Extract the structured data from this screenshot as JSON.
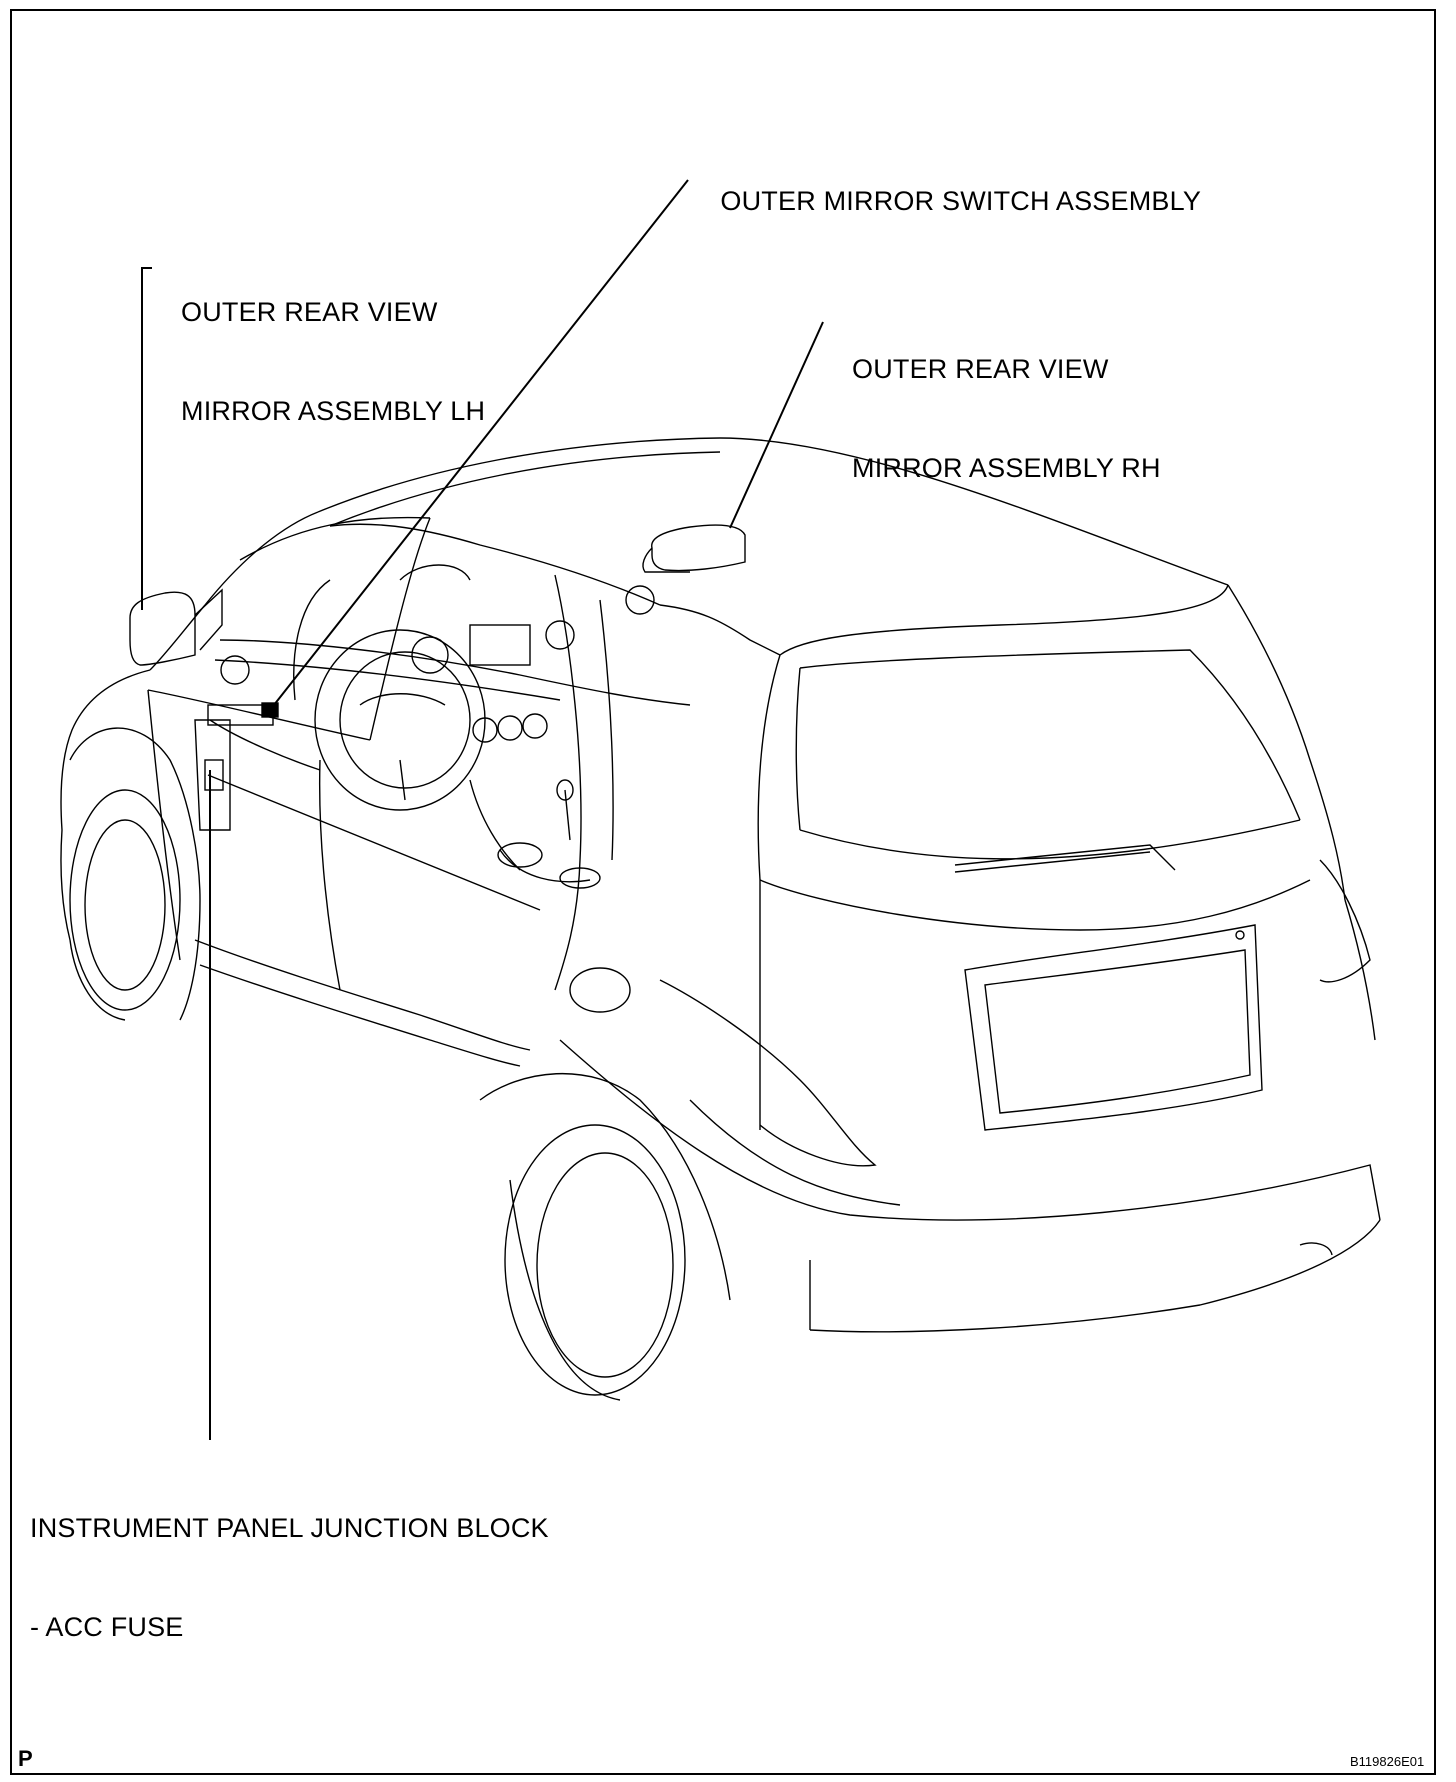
{
  "callouts": {
    "outer_mirror_switch": "OUTER MIRROR SWITCH ASSEMBLY",
    "mirror_lh_line1": "OUTER REAR VIEW",
    "mirror_lh_line2": "MIRROR ASSEMBLY LH",
    "mirror_rh_line1": "OUTER REAR VIEW",
    "mirror_rh_line2": "MIRROR ASSEMBLY RH",
    "junction_block_line1": "INSTRUMENT PANEL JUNCTION BLOCK",
    "junction_block_line2": "- ACC FUSE"
  },
  "corner_mark": "P",
  "figure_id": "B119826E01"
}
